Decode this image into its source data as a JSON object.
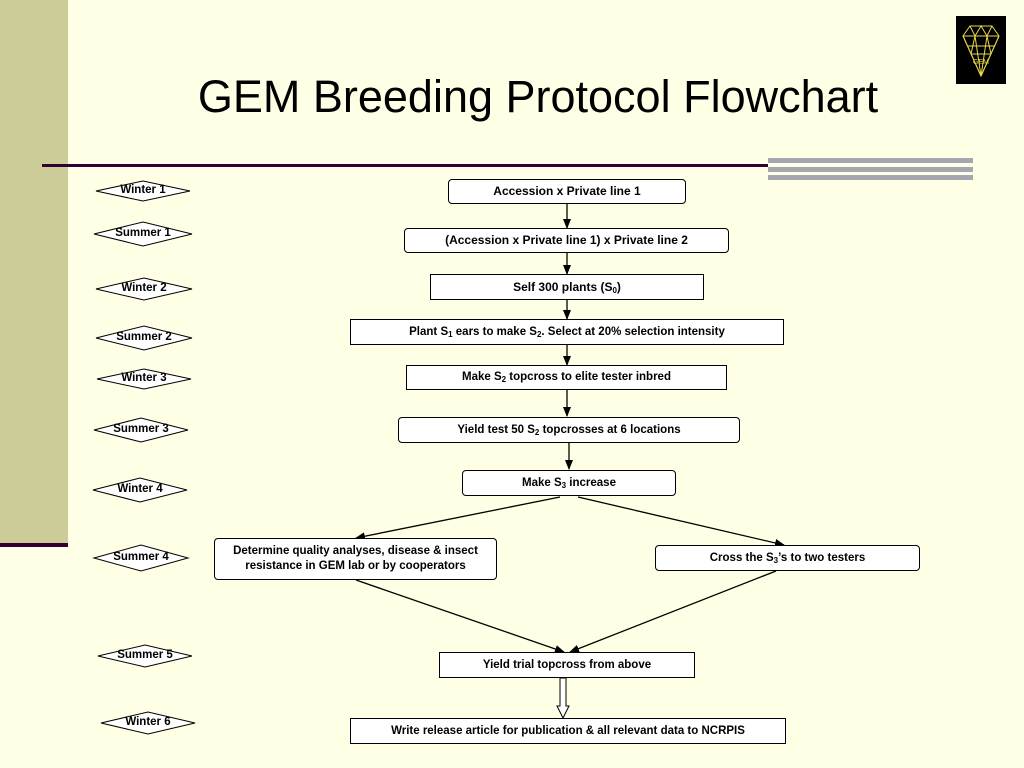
{
  "title": "GEM Breeding Protocol Flowchart",
  "logo_text": "GEM",
  "seasons": [
    "Winter 1",
    "Summer 1",
    "Winter 2",
    "Summer 2",
    "Winter 3",
    "Summer 3",
    "Winter 4",
    "Summer 4",
    "Summer 5",
    "Winter 6"
  ],
  "steps": {
    "s1": "Accession x Private line 1",
    "s2": "(Accession x Private line 1) x Private line 2",
    "s3_a": "Self 300 plants (S",
    "s3_sub": "0",
    "s3_b": ")",
    "s4_a": "Plant S",
    "s4_sub1": "1",
    "s4_b": " ears to make S",
    "s4_sub2": "2",
    "s4_c": ". Select at 20% selection intensity",
    "s5_a": "Make S",
    "s5_sub": "2",
    "s5_b": " topcross to elite tester inbred",
    "s6_a": "Yield test 50 S",
    "s6_sub": "2",
    "s6_b": " topcrosses at 6 locations",
    "s7_a": "Make S",
    "s7_sub": "3",
    "s7_b": " increase",
    "s8a_line1": "Determine quality analyses, disease & insect",
    "s8a_line2": "resistance in GEM lab or by cooperators",
    "s8b_a": "Cross the S",
    "s8b_sub": "3",
    "s8b_b": "’s to two testers",
    "s9": "Yield trial topcross from above",
    "s10": "Write release article for publication & all relevant data to NCRPIS"
  }
}
